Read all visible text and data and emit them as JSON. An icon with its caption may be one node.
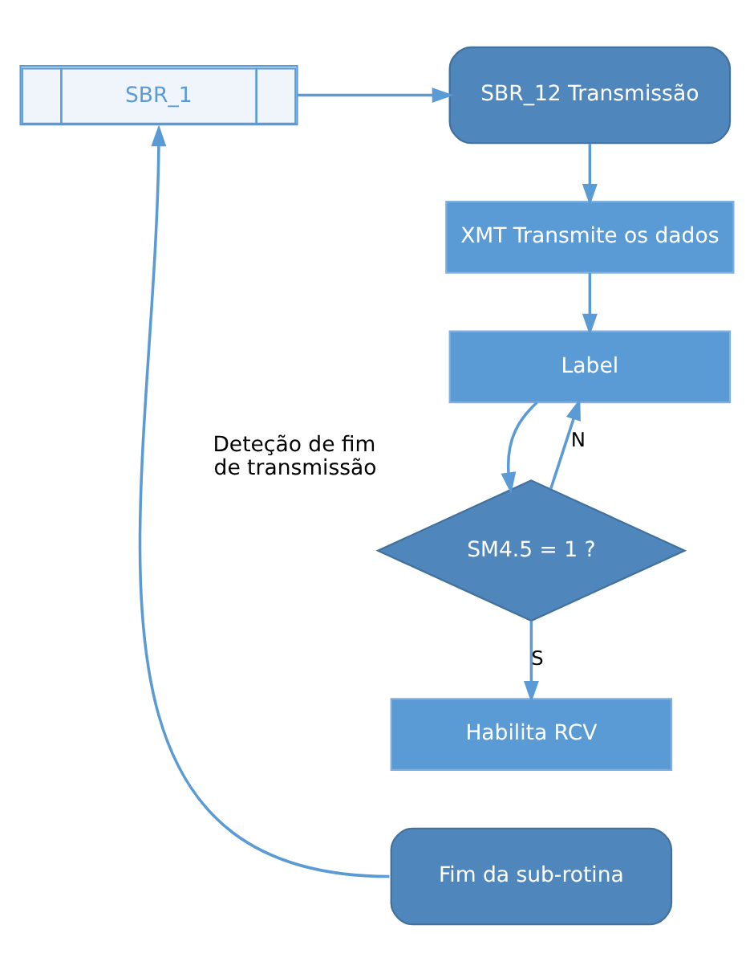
{
  "diagram": {
    "nodes": [
      {
        "text": [
          "SBR_1"
        ]
      },
      {
        "text": [
          "SBR_12 Transmissão"
        ]
      },
      {
        "text": [
          "XMT Transmite os dados"
        ]
      },
      {
        "text": [
          "Label"
        ]
      },
      {
        "text": [
          "SM4.5 = 1 ?"
        ],
        "beside": [
          "Deteção de fim de transmissão"
        ]
      },
      {
        "text": [
          "Habilita RCV"
        ]
      },
      {
        "text": [
          "Fim da sub-rotina"
        ]
      }
    ],
    "edges": [
      {
        "from": 0,
        "to": 1,
        "arrow": "to"
      },
      {
        "from": 1,
        "to": 2,
        "arrow": "to"
      },
      {
        "from": 2,
        "to": 3,
        "arrow": "to"
      },
      {
        "from": 3,
        "to": 4,
        "arrow": "to"
      },
      {
        "from": 4,
        "to": 3,
        "arrow": "to",
        "label": "N"
      },
      {
        "from": 4,
        "to": 5,
        "arrow": "to",
        "label": "S"
      },
      {
        "from": 6,
        "to": 0,
        "arrow": "to"
      }
    ]
  }
}
